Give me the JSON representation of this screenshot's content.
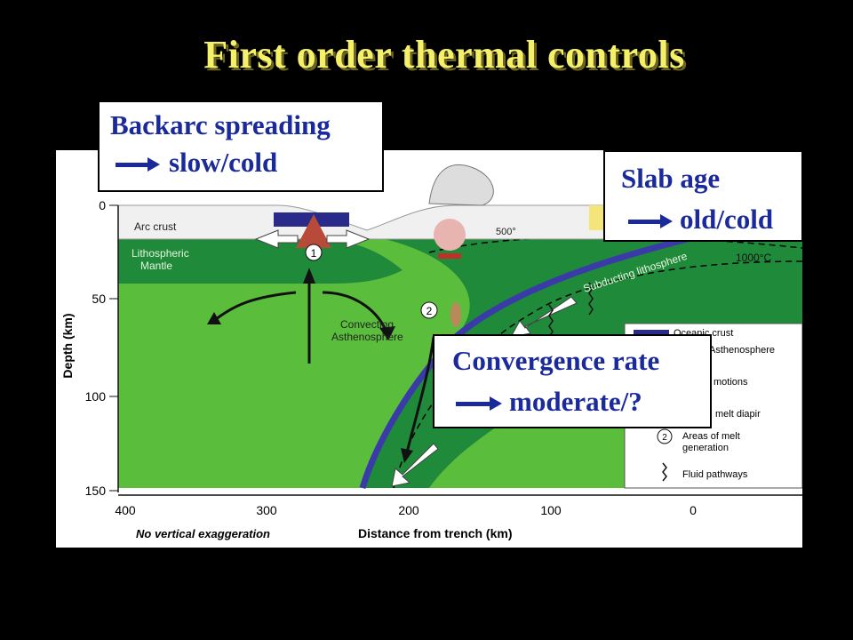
{
  "slide": {
    "title": "First order thermal controls"
  },
  "callouts": {
    "backarc": {
      "heading": "Backarc spreading",
      "value": "slow/cold"
    },
    "slab_age": {
      "heading": "Slab age",
      "value": "old/cold"
    },
    "convergence": {
      "heading": "Convergence rate",
      "value": "moderate/?"
    }
  },
  "diagram": {
    "y_axis_label": "Depth (km)",
    "y_ticks": [
      "0",
      "50",
      "100",
      "150"
    ],
    "x_axis_label": "Distance from trench (km)",
    "x_ticks": [
      "400",
      "300",
      "200",
      "100",
      "0"
    ],
    "note": "No vertical exaggeration",
    "labels": {
      "arc_crust": "Arc crust",
      "lithospheric_mantle_1": "Lithospheric",
      "lithospheric_mantle_2": "Mantle",
      "convecting_1": "Convecting",
      "convecting_2": "Asthenosphere",
      "subducting": "Subducting lithosphere",
      "iso_500": "500°",
      "iso_1000": "1000°C",
      "marker_1": "1",
      "marker_2": "2"
    },
    "legend": [
      "Oceanic crust",
      "Asthenosphere",
      "motions",
      "melt diapir",
      "Areas of melt",
      "generation",
      "Fluid pathways"
    ],
    "legend_marker": "2"
  },
  "colors": {
    "background": "#000000",
    "title": "#f5f06a",
    "callout_text": "#1a2a9a",
    "mantle_green": "#5bbd3c",
    "lithosphere_green": "#1f8a3a",
    "slab_blue": "#3a3aa8"
  }
}
